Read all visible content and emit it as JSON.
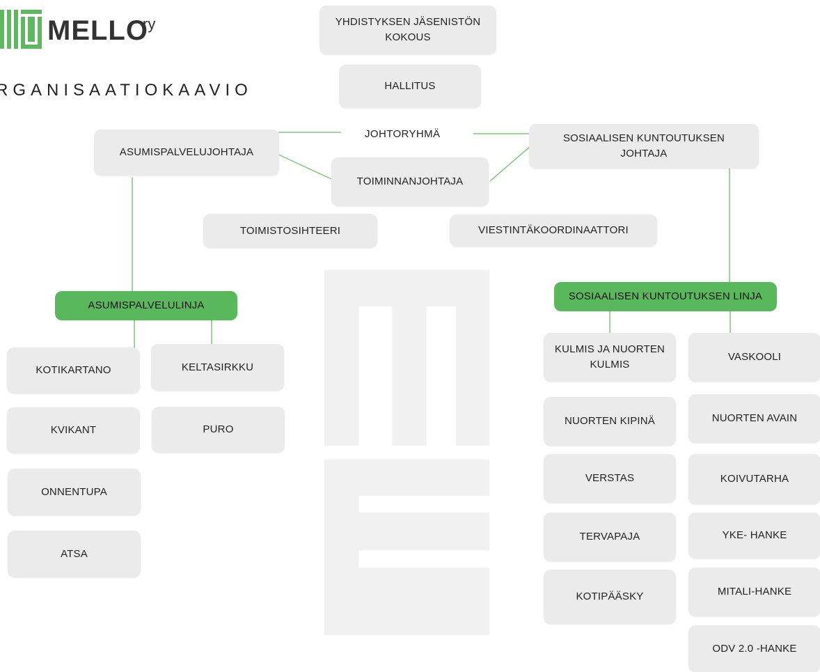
{
  "logo": {
    "name": "MELLO",
    "suffix": "ry",
    "icon": "mello-logo-icon"
  },
  "subtitle": "RGANISAATIOKAAVIO",
  "colors": {
    "accent": "#59b85c",
    "box": "#ebebeb",
    "line": "#7fc67f"
  },
  "top": {
    "meeting": "YHDISTYKSEN JÄSENISTÖN\nKOKOUS",
    "board": "HALLITUS"
  },
  "management": {
    "team": "JOHTORYHMÄ",
    "housing_director": "ASUMISPALVELUJOHTAJA",
    "social_director": "SOSIAALISEN KUNTOUTUKSEN\nJOHTAJA",
    "executive_director": "TOIMINNANJOHTAJA",
    "office_secretary": "TOIMISTOSIHTEERI",
    "communications": "VIESTINTÄKOORDINAATTORI"
  },
  "housing": {
    "line": "ASUMISPALVELULINJA",
    "units": [
      "KOTIKARTANO",
      "KVIKANT",
      "ONNENTUPA",
      "ATSA",
      "KELTASIRKKU",
      "PURO"
    ]
  },
  "social": {
    "line": "SOSIAALISEN KUNTOUTUKSEN LINJA",
    "left_units": [
      "KULMIS JA NUORTEN\nKULMIS",
      "NUORTEN KIPINÄ",
      "VERSTAS",
      "TERVAPAJA",
      "KOTIPÄÄSKY"
    ],
    "right_units": [
      "VASKOOLI",
      "NUORTEN AVAIN",
      "KOIVUTARHA",
      "YKE- HANKE",
      "MITALI-HANKE",
      "ODV 2.0 -HANKE"
    ]
  }
}
